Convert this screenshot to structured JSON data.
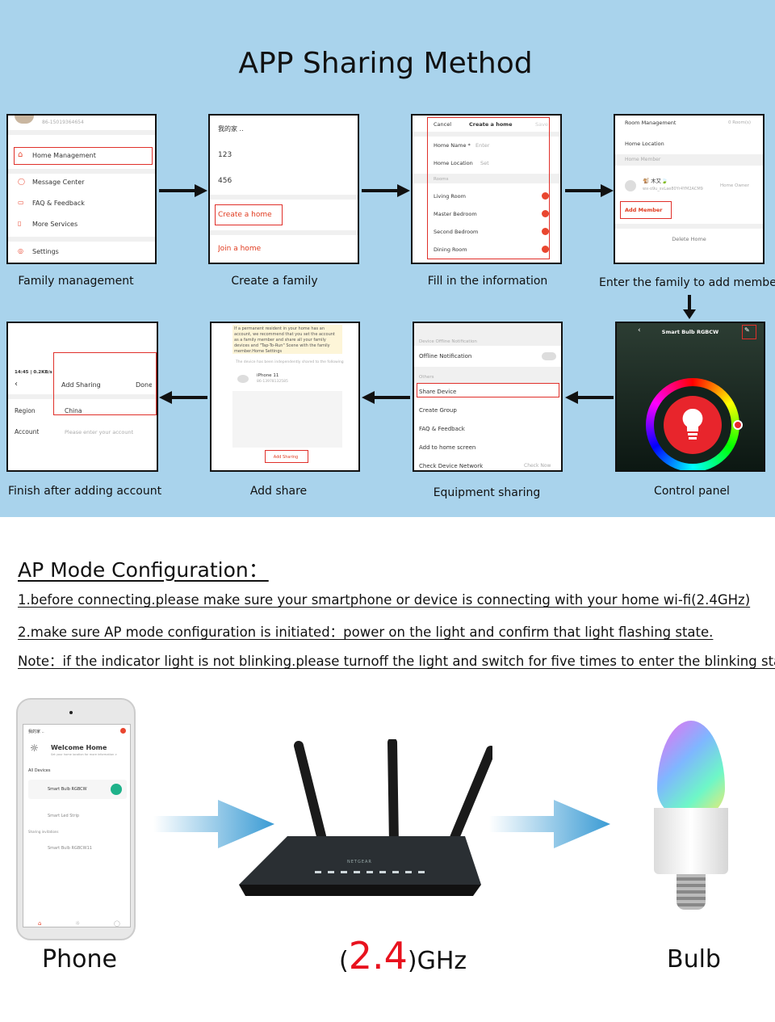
{
  "title": "APP Sharing Method",
  "steps": {
    "s1": {
      "caption": "Family management",
      "phone": "86-15019364654",
      "items": [
        "Home Management",
        "Message Center",
        "FAQ & Feedback",
        "More Services",
        "Settings"
      ]
    },
    "s2": {
      "caption": "Create a family",
      "items": [
        "我的家 ..",
        "123",
        "456"
      ],
      "create": "Create a home",
      "join": "Join a home"
    },
    "s3": {
      "caption": "Fill in the information",
      "cancel": "Cancel",
      "header": "Create a home",
      "save": "Save",
      "name_label": "Home Name *",
      "name_ph": "Enter",
      "loc_label": "Home Location",
      "loc_val": "Set",
      "rooms_label": "Rooms",
      "rooms": [
        "Living Room",
        "Master Bedroom",
        "Second Bedroom",
        "Dining Room"
      ]
    },
    "s4": {
      "caption": "Enter the family to add members",
      "room_mgmt": "Room Management",
      "room_count": "0 Room(s)",
      "home_loc": "Home Location",
      "home_member": "Home Member",
      "member_name": "🐒 木又🍃",
      "member_id": "wx-o9u_svLae80Yr4YM2ACM9",
      "owner": "Home Owner",
      "add_member": "Add Member",
      "delete_home": "Delete Home"
    },
    "s5": {
      "caption": "Control panel",
      "device": "Smart Bulb RGBCW"
    },
    "s6": {
      "caption": "Equipment sharing",
      "sec1": "Device Offline Notification",
      "offline": "Offline Notification",
      "sec2": "Others",
      "items": [
        "Share Device",
        "Create Group",
        "FAQ & Feedback",
        "Add to home screen",
        "Check Device Network"
      ],
      "check_now": "Check Now"
    },
    "s7": {
      "caption": "Add share",
      "notice": "If a permanent resident in your home has an account, we recommend that you set the account as a family member and share all your family devices and \"Tap-To-Run\" Scene with the family member.Home Settings",
      "shared": "The device has been independently shared to the following",
      "user": "iPhone 11",
      "user_id": "86-13978132585",
      "btn": "Add Sharing"
    },
    "s8": {
      "caption": "Finish after adding account",
      "status": "14:45 | 0.2KB/s",
      "header": "Add Sharing",
      "done": "Done",
      "region_label": "Region",
      "region_val": "China",
      "account_label": "Account",
      "account_ph": "Please enter your account"
    }
  },
  "ap": {
    "title": "AP Mode Configuration：",
    "lines": [
      "1.before connecting.please make sure your smartphone or device is connecting with your home wi-fi(2.4GHz)",
      "2.make sure AP mode configuration is initiated：power on the light and confirm that light flashing state.",
      "Note：if the indicator light is not blinking.please turnoff the light and switch for five times to enter the blinking state."
    ]
  },
  "phone_app": {
    "home": "我的家 ..",
    "welcome": "Welcome Home",
    "sub": "Set your home location for more information >",
    "all": "All Devices",
    "dev1": "Smart Bulb RGBCW",
    "dev2": "Smart Led Strip",
    "share": "Sharing invitations",
    "dev3": "Smart Bulb RGBCW11"
  },
  "labels": {
    "phone": "Phone",
    "freq_l": "(",
    "freq_n": "2.4",
    "freq_r": ")GHz",
    "bulb": "Bulb",
    "router": "NETGEAR"
  },
  "colors": {
    "bg": "#a9d3ec",
    "accent": "#e03a1e",
    "arrow": "#3a9bd4"
  }
}
